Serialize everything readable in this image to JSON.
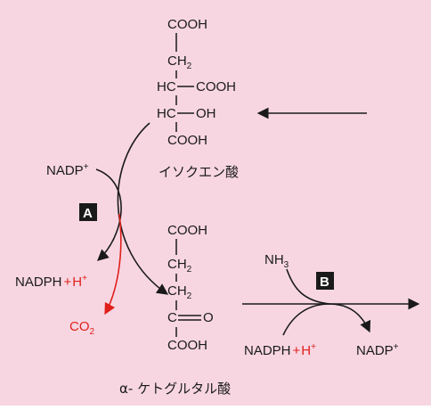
{
  "isocitrate": {
    "top_cooh": "COOH",
    "ch2": "CH",
    "ch2_sub": "2",
    "hc1": "HC",
    "cooh_right": "COOH",
    "hc2": "HC",
    "oh": "OH",
    "bottom_cooh": "COOH",
    "name": "イソクエン酸"
  },
  "akg": {
    "top_cooh": "COOH",
    "ch2a": "CH",
    "ch2a_sub": "2",
    "ch2b": "CH",
    "ch2b_sub": "2",
    "c": "C",
    "o": "O",
    "bottom_cooh": "COOH",
    "name": "α- ケトグルタル酸"
  },
  "reaction_a": {
    "label": "A",
    "nadp": "NADP",
    "nadp_sup": "+",
    "nadph": "NADPH",
    "plus": "+",
    "h": "H",
    "h_sup": "+",
    "co2": "CO",
    "co2_sub": "2"
  },
  "reaction_b": {
    "label": "B",
    "nh3": "NH",
    "nh3_sub": "3",
    "nadph": "NADPH",
    "plus": "+",
    "h": "H",
    "h_sup": "+",
    "nadp": "NADP",
    "nadp_sup": "+"
  },
  "colors": {
    "background": "#f7d6e2",
    "text": "#1a1a1a",
    "accent_red": "#e0201b",
    "label_box": "#1a1a1a"
  }
}
